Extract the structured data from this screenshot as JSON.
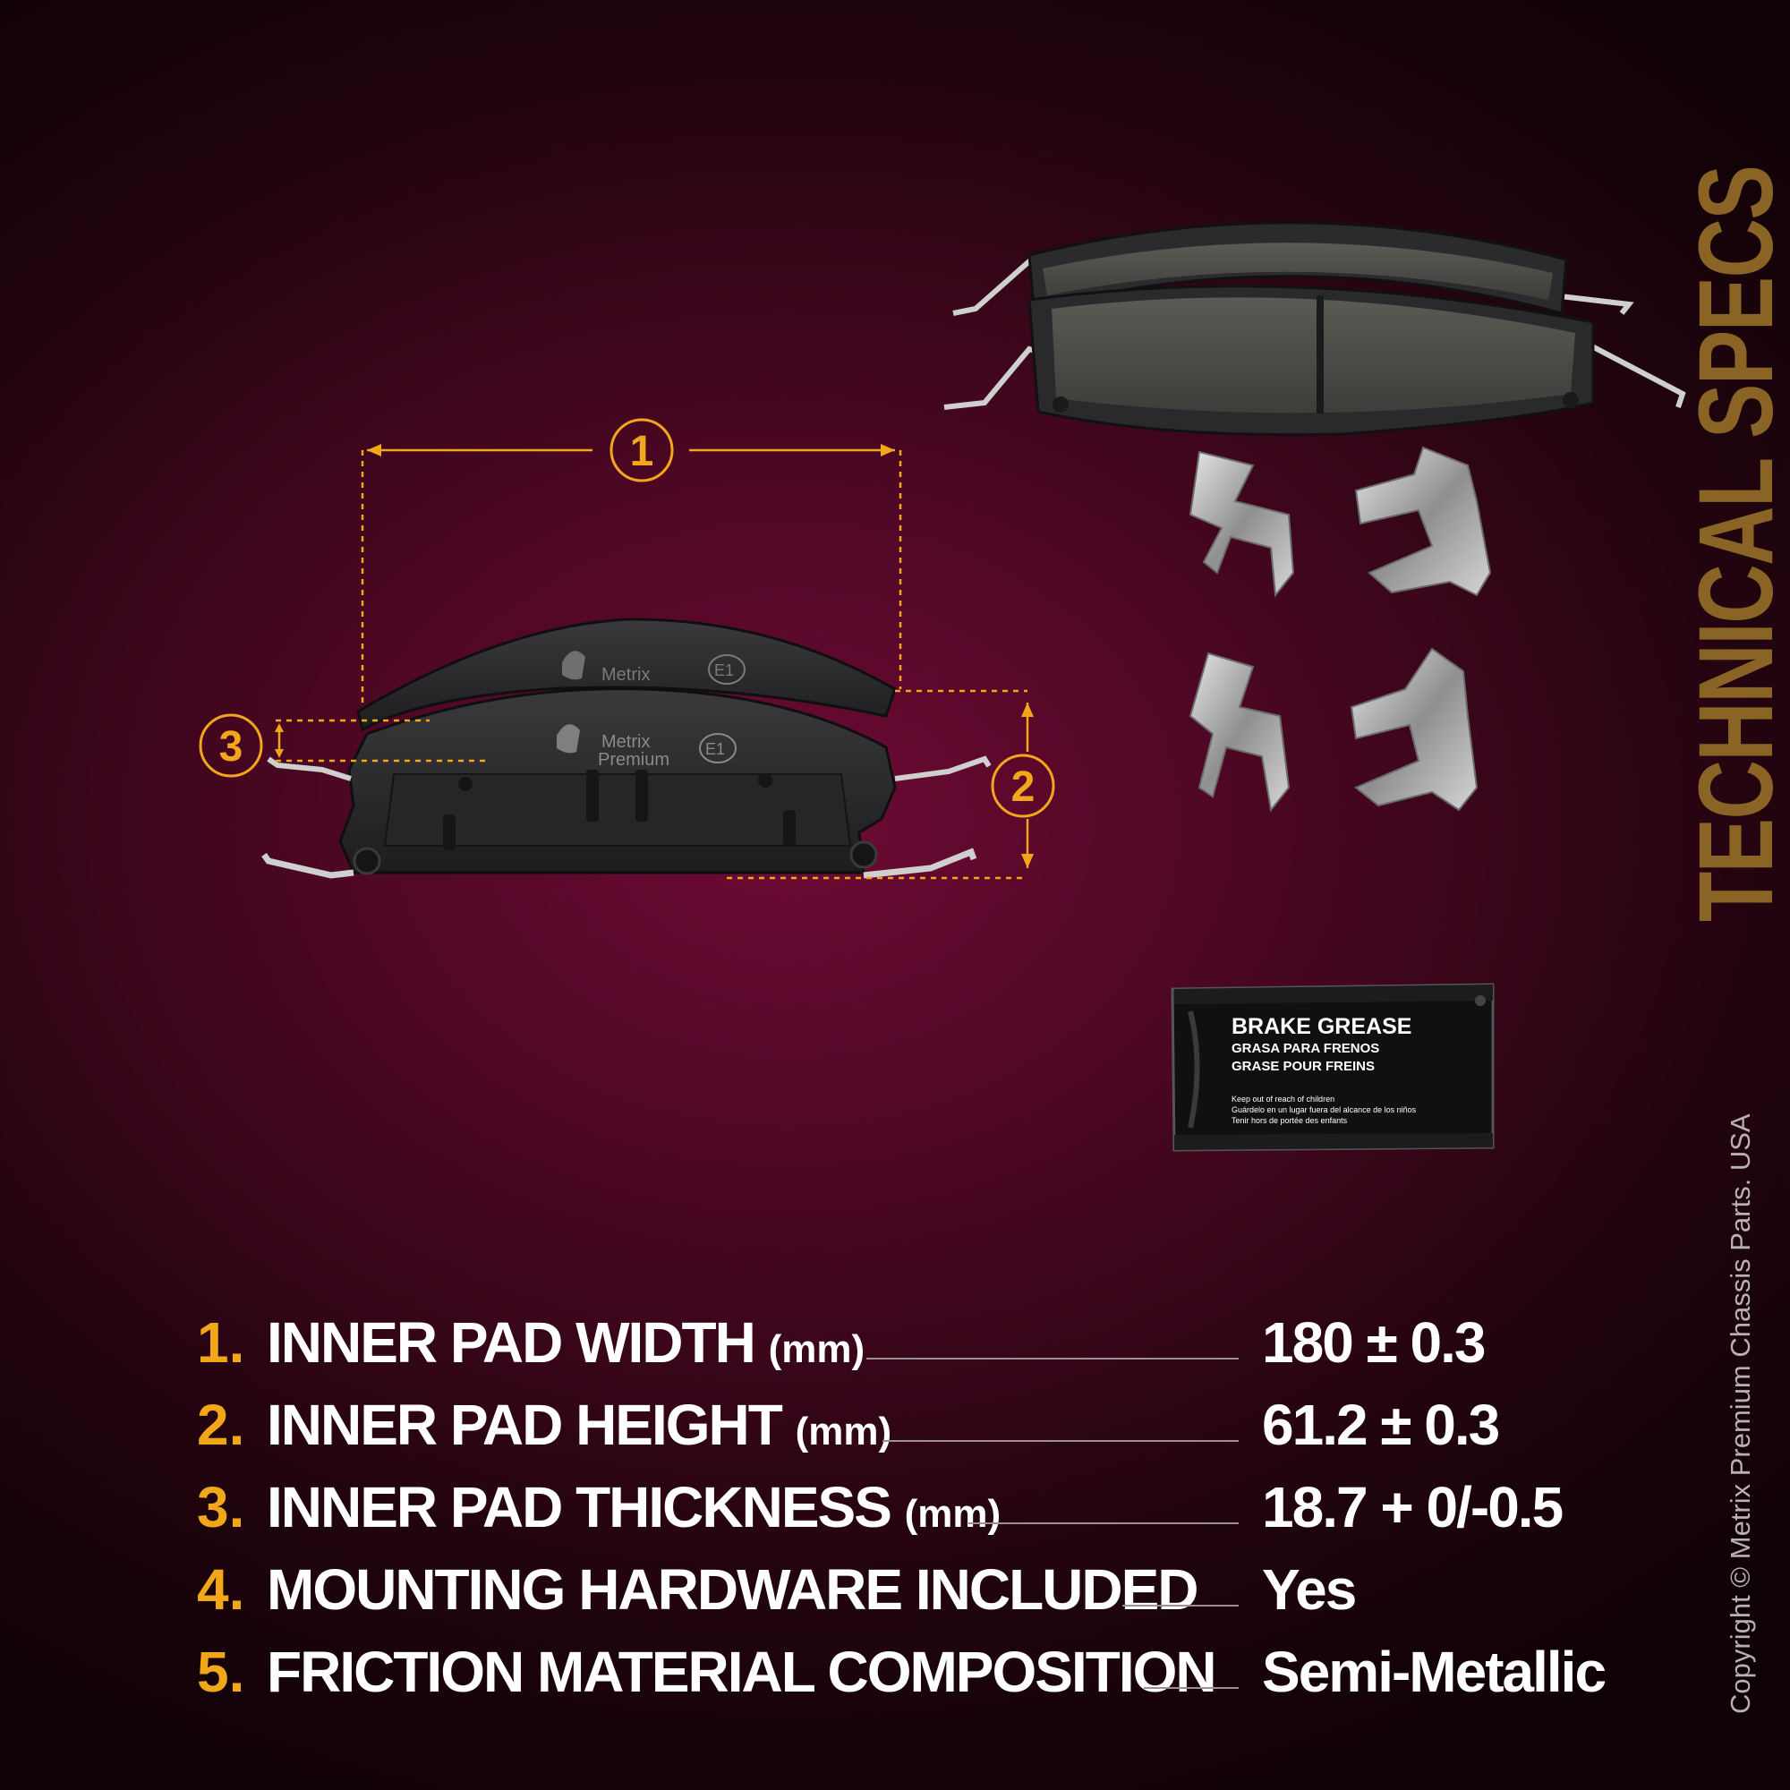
{
  "side_title": "TECHNICAL SPECS",
  "copyright": "Copyright © Metrix Premium Chassis Parts. USA",
  "markers": {
    "m1": "1",
    "m2": "2",
    "m3": "3"
  },
  "pad_brand": {
    "line1": "Metrix",
    "line2": "Premium",
    "mark": "E1"
  },
  "grease": {
    "title": "BRAKE GREASE",
    "es": "GRASA PARA FRENOS",
    "pt": "GRASE POUR FREINS",
    "warn_en": "Keep out of reach of children",
    "warn_es": "Guárdelo en un lugar fuera del alcance de los niños",
    "warn_fr": "Tenir hors de portée des enfants"
  },
  "specs": [
    {
      "num": "1.",
      "label": "INNER PAD WIDTH",
      "unit": "(mm)",
      "value": "180 ± 0.3"
    },
    {
      "num": "2.",
      "label": "INNER PAD HEIGHT",
      "unit": "(mm)",
      "value": "61.2 ± 0.3"
    },
    {
      "num": "3.",
      "label": "INNER PAD THICKNESS",
      "unit": "(mm)",
      "value": "18.7 + 0/-0.5"
    },
    {
      "num": "4.",
      "label": "MOUNTING HARDWARE INCLUDED",
      "unit": "",
      "value": "Yes"
    },
    {
      "num": "5.",
      "label": "FRICTION MATERIAL COMPOSITION",
      "unit": "",
      "value": "Semi-Metallic"
    }
  ],
  "colors": {
    "accent": "#f2a71b",
    "title": "#8a6424",
    "background": "#4a0722"
  }
}
